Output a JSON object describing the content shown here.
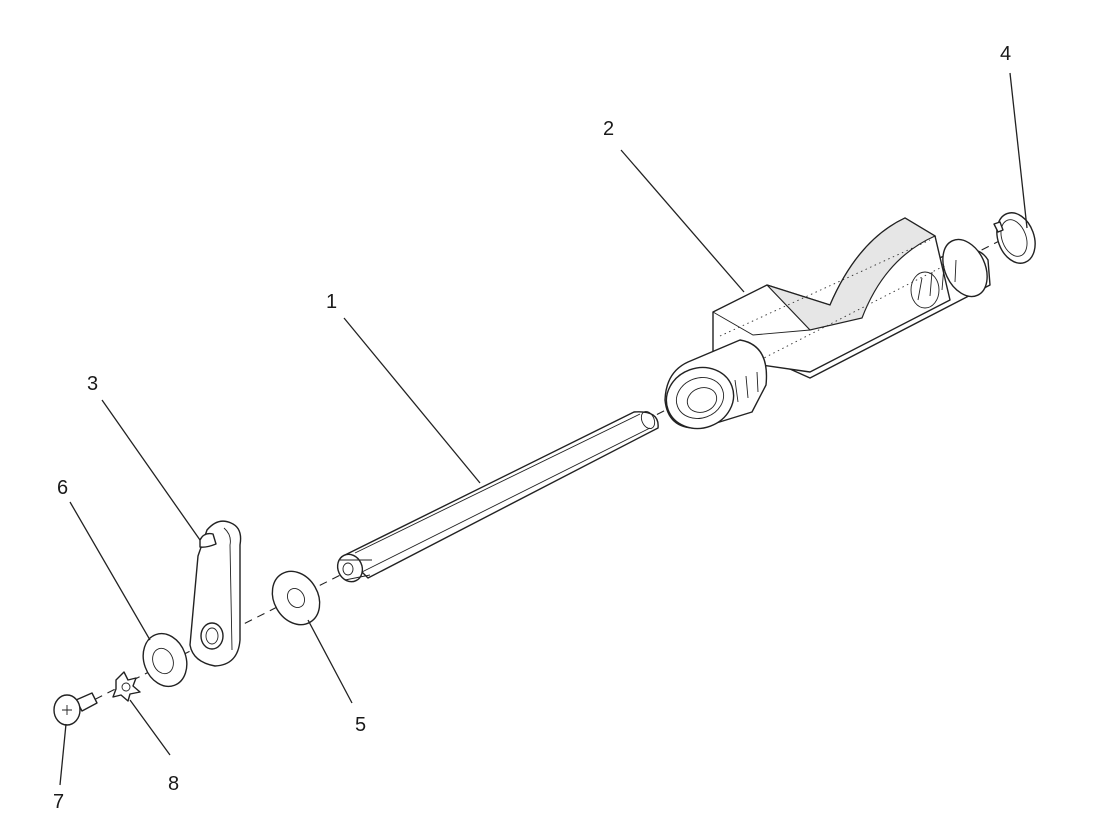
{
  "callouts": [
    {
      "id": "1",
      "label": "1",
      "part": "shaft"
    },
    {
      "id": "2",
      "label": "2",
      "part": "roller-holder"
    },
    {
      "id": "3",
      "label": "3",
      "part": "lever"
    },
    {
      "id": "4",
      "label": "4",
      "part": "retaining-ring"
    },
    {
      "id": "5",
      "label": "5",
      "part": "washer"
    },
    {
      "id": "6",
      "label": "6",
      "part": "washer"
    },
    {
      "id": "7",
      "label": "7",
      "part": "screw"
    },
    {
      "id": "8",
      "label": "8",
      "part": "lock-washer"
    }
  ]
}
